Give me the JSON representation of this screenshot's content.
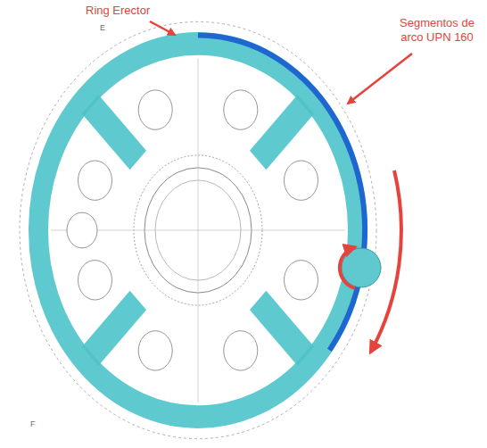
{
  "diagram": {
    "labels": [
      "Ring Erector",
      "Segmentos de arco UPN 160",
      "E",
      "F"
    ]
  }
}
